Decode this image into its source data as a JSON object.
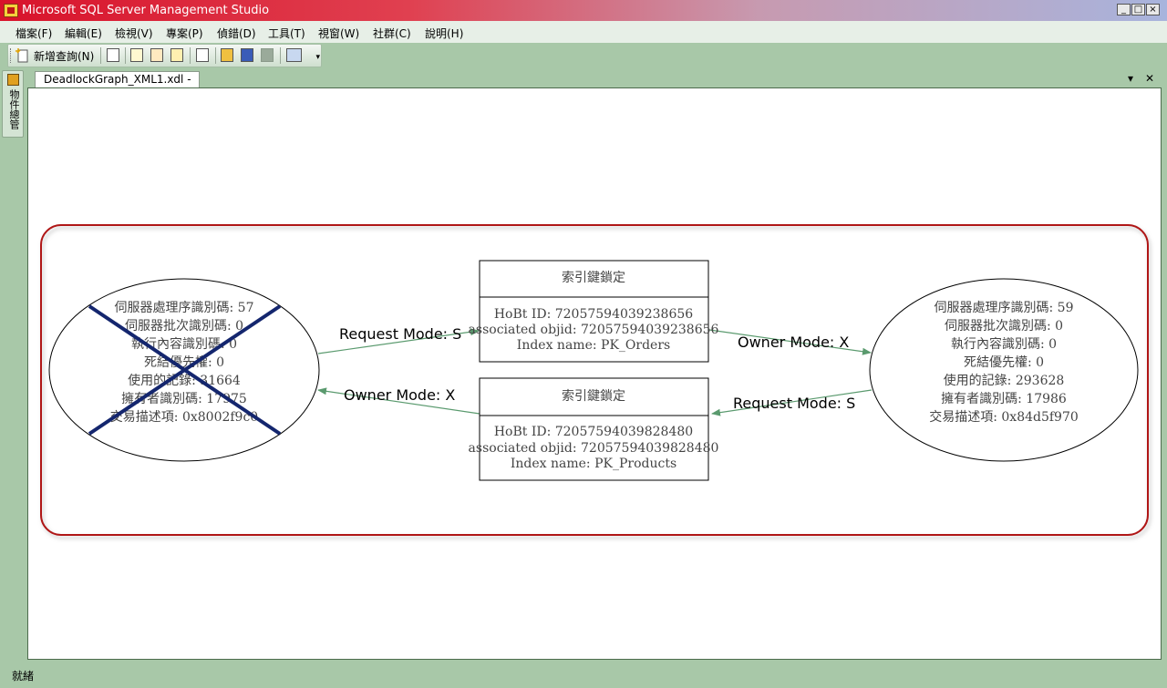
{
  "window": {
    "title": "Microsoft SQL Server Management Studio",
    "controls": [
      "_",
      "□",
      "×"
    ]
  },
  "menu": [
    "檔案(F)",
    "編輯(E)",
    "檢視(V)",
    "專案(P)",
    "偵錯(D)",
    "工具(T)",
    "視窗(W)",
    "社群(C)",
    "說明(H)"
  ],
  "toolbar": {
    "new_query": "新增查詢(N)"
  },
  "sidebar": {
    "object_explorer": "物件總管"
  },
  "doc_tab": {
    "label": "DeadlockGraph_XML1.xdl -",
    "dropdown": "▾",
    "close": "✕"
  },
  "graph": {
    "victim": {
      "lines": [
        "伺服器處理序識別碼: 57",
        "伺服器批次識別碼: 0",
        "執行內容識別碼: 0",
        "死結優先權: 0",
        "使用的記錄: 31664",
        "擁有者識別碼: 17975",
        "交易描述項: 0x8002f9c0"
      ]
    },
    "process2": {
      "lines": [
        "伺服器處理序識別碼: 59",
        "伺服器批次識別碼: 0",
        "執行內容識別碼: 0",
        "死結優先權: 0",
        "使用的記錄: 293628",
        "擁有者識別碼: 17986",
        "交易描述項: 0x84d5f970"
      ]
    },
    "resource1": {
      "title": "索引鍵鎖定",
      "lines": [
        "HoBt ID: 72057594039238656",
        "associated objid: 72057594039238656",
        "Index name: PK_Orders"
      ]
    },
    "resource2": {
      "title": "索引鍵鎖定",
      "lines": [
        "HoBt ID: 72057594039828480",
        "associated objid: 72057594039828480",
        "Index name: PK_Products"
      ]
    },
    "edges": {
      "victim_to_r1": "Request Mode: S",
      "r1_to_p2": "Owner Mode: X",
      "p2_to_r2": "Request Mode: S",
      "r2_to_victim": "Owner Mode: X"
    },
    "colors": {
      "edge": "#5a9a6e",
      "frame": "#b01818",
      "victim_cross": "#14266e"
    }
  },
  "status": {
    "text": "就緒"
  }
}
